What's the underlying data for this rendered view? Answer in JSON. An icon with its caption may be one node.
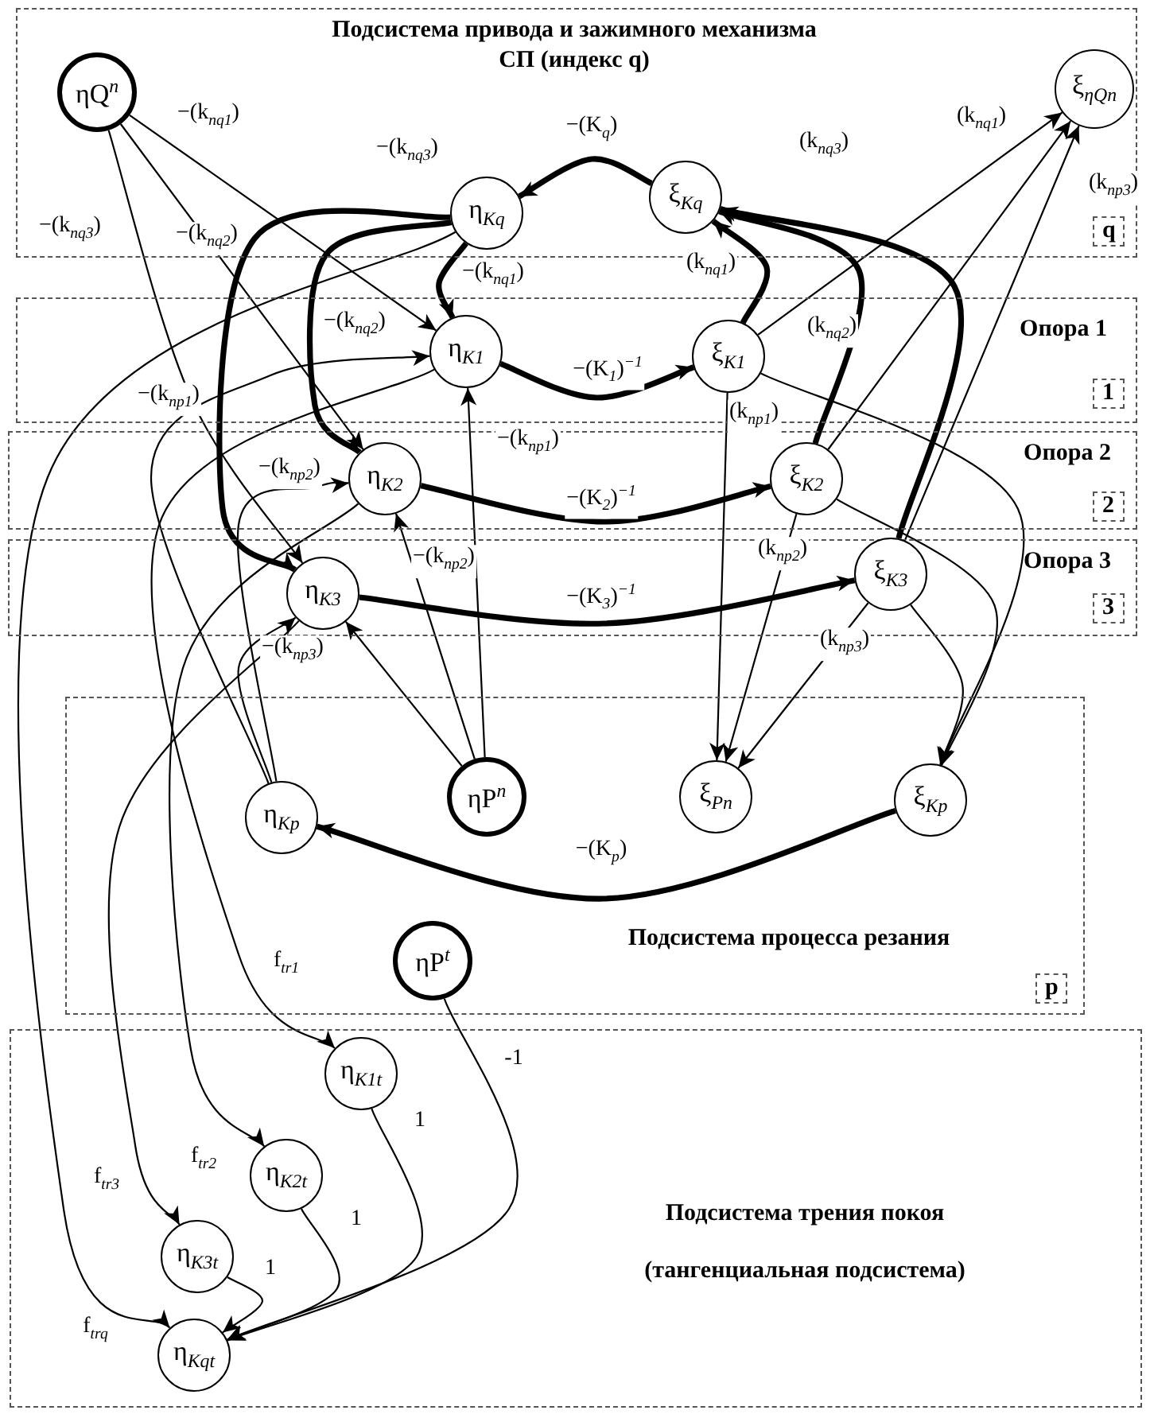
{
  "diagram": {
    "nodes": [
      {
        "text": [
          "Подсистема привода и зажимного механизма СП (индекс q)",
          "q"
        ]
      },
      {
        "text": [
          "ηQ$^{n}$"
        ],
        "in": 0
      },
      {
        "text": [
          "ξ$_{ηQn}$"
        ],
        "in": 0
      },
      {
        "text": [
          "η$_{Kq}$"
        ],
        "in": 0
      },
      {
        "text": [
          "ξ$_{Kq}$"
        ],
        "in": 0
      },
      {
        "text": [
          "Опора 1",
          "1"
        ]
      },
      {
        "text": [
          "η$_{K1}$"
        ],
        "in": 5
      },
      {
        "text": [
          "ξ$_{K1}$"
        ],
        "in": 5
      },
      {
        "text": [
          "Опора 2",
          "2"
        ]
      },
      {
        "text": [
          "η$_{K2}$"
        ],
        "in": 8
      },
      {
        "text": [
          "ξ$_{K2}$"
        ],
        "in": 8
      },
      {
        "text": [
          "Опора 3",
          "3"
        ]
      },
      {
        "text": [
          "η$_{K3}$"
        ],
        "in": 11
      },
      {
        "text": [
          "ξ$_{K3}$"
        ],
        "in": 11
      },
      {
        "text": [
          "Подсистема процесса резания",
          "p"
        ]
      },
      {
        "text": [
          "η$_{Kp}$"
        ],
        "in": 14
      },
      {
        "text": [
          "ηP$^{n}$"
        ],
        "in": 14
      },
      {
        "text": [
          "ξ$_{Pn}$"
        ],
        "in": 14
      },
      {
        "text": [
          "ξ$_{Kp}$"
        ],
        "in": 14
      },
      {
        "text": [
          "ηP$^{t}$"
        ],
        "in": 14
      },
      {
        "text": [
          "Подсистема трения покоя",
          "(тангенциальная подсистема)"
        ]
      },
      {
        "text": [
          "η$_{K1t}$"
        ],
        "in": 20
      },
      {
        "text": [
          "η$_{K2t}$"
        ],
        "in": 20
      },
      {
        "text": [
          "η$_{K3t}$"
        ],
        "in": 20
      },
      {
        "text": [
          "η$_{Kqt}$"
        ],
        "in": 20
      }
    ],
    "edges": [
      {
        "from": 4,
        "to": 3,
        "arrow": "to",
        "label": "−(K$_{q}$)",
        "style": "thick"
      },
      {
        "from": 3,
        "to": 6,
        "arrow": "to",
        "label": "−(k$_{nq1}$)",
        "style": "thick"
      },
      {
        "from": 3,
        "to": 9,
        "arrow": "to",
        "label": "−(k$_{nq2}$)",
        "style": "thick"
      },
      {
        "from": 3,
        "to": 12,
        "arrow": "to",
        "label": "−(k$_{nq3}$)",
        "style": "thick"
      },
      {
        "from": 1,
        "to": 6,
        "arrow": "to",
        "label": "−(k$_{nq1}$)"
      },
      {
        "from": 1,
        "to": 9,
        "arrow": "to",
        "label": "−(k$_{nq2}$)"
      },
      {
        "from": 1,
        "to": 12,
        "arrow": "to",
        "label": "−(k$_{nq3}$)"
      },
      {
        "from": 6,
        "to": 7,
        "arrow": "to",
        "label": "−(K$_{1}$)$^{−1}$",
        "style": "thick"
      },
      {
        "from": 9,
        "to": 10,
        "arrow": "to",
        "label": "−(K$_{2}$)$^{−1}$",
        "style": "thick"
      },
      {
        "from": 12,
        "to": 13,
        "arrow": "to",
        "label": "−(K$_{3}$)$^{−1}$",
        "style": "thick"
      },
      {
        "from": 7,
        "to": 4,
        "arrow": "to",
        "label": "(k$_{nq1}$)",
        "style": "thick"
      },
      {
        "from": 10,
        "to": 4,
        "arrow": "to",
        "label": "(k$_{nq2}$)",
        "style": "thick"
      },
      {
        "from": 13,
        "to": 4,
        "arrow": "to",
        "label": "(k$_{nq3}$)",
        "style": "thick"
      },
      {
        "from": 7,
        "to": 2,
        "arrow": "to",
        "label": "(k$_{nq1}$)"
      },
      {
        "from": 10,
        "to": 2,
        "arrow": "to"
      },
      {
        "from": 13,
        "to": 2,
        "arrow": "to",
        "label": "(k$_{np3}$)"
      },
      {
        "from": 15,
        "to": 6,
        "arrow": "to",
        "label": "−(k$_{np1}$)"
      },
      {
        "from": 15,
        "to": 9,
        "arrow": "to",
        "label": "−(k$_{np2}$)"
      },
      {
        "from": 15,
        "to": 12,
        "arrow": "to",
        "label": "−(k$_{np3}$)"
      },
      {
        "from": 16,
        "to": 6,
        "arrow": "to",
        "label": "−(k$_{np1}$)"
      },
      {
        "from": 16,
        "to": 9,
        "arrow": "to",
        "label": "−(k$_{np2}$)"
      },
      {
        "from": 16,
        "to": 12,
        "arrow": "to"
      },
      {
        "from": 7,
        "to": 17,
        "arrow": "to",
        "label": "(k$_{np1}$)"
      },
      {
        "from": 10,
        "to": 17,
        "arrow": "to",
        "label": "(k$_{np2}$)"
      },
      {
        "from": 13,
        "to": 17,
        "arrow": "to",
        "label": "(k$_{np3}$)"
      },
      {
        "from": 7,
        "to": 18,
        "arrow": "to"
      },
      {
        "from": 10,
        "to": 18,
        "arrow": "to"
      },
      {
        "from": 13,
        "to": 18,
        "arrow": "to"
      },
      {
        "from": 18,
        "to": 15,
        "arrow": "to",
        "label": "−(K$_{p}$)",
        "style": "thick"
      },
      {
        "from": 6,
        "to": 21,
        "arrow": "to",
        "label": "f$_{tr1}$"
      },
      {
        "from": 9,
        "to": 22,
        "arrow": "to",
        "label": "f$_{tr2}$"
      },
      {
        "from": 12,
        "to": 23,
        "arrow": "to",
        "label": "f$_{tr3}$"
      },
      {
        "from": 3,
        "to": 24,
        "arrow": "to",
        "label": "f$_{trq}$"
      },
      {
        "from": 21,
        "to": 24,
        "arrow": "to",
        "label": "1"
      },
      {
        "from": 22,
        "to": 24,
        "arrow": "to",
        "label": "1"
      },
      {
        "from": 23,
        "to": 24,
        "arrow": "to",
        "label": "1"
      },
      {
        "from": 19,
        "to": 24,
        "arrow": "to",
        "label": "-1"
      }
    ]
  }
}
